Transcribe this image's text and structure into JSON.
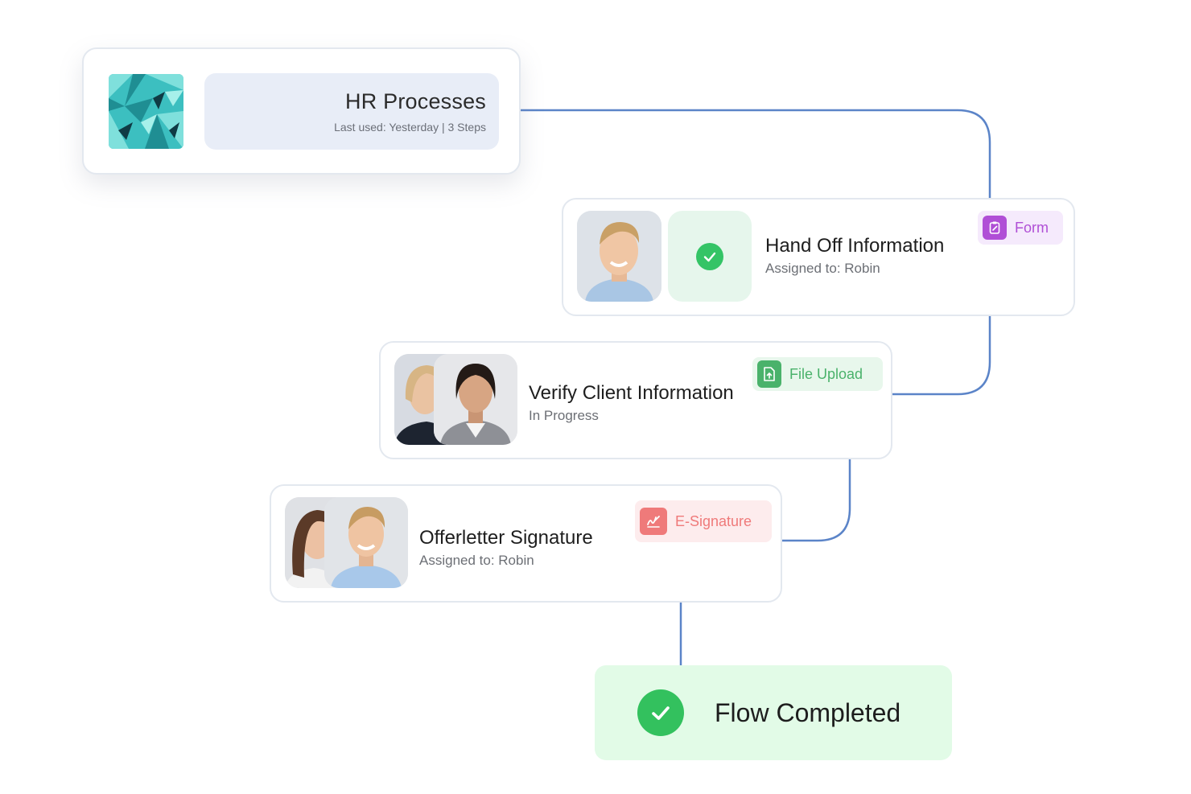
{
  "hr_card": {
    "title": "HR Processes",
    "meta": "Last used: Yesterday | 3 Steps",
    "logo_icon": "teal-geometric-pattern-logo"
  },
  "steps": [
    {
      "title": "Hand Off Information",
      "subtitle": "Assigned to: Robin",
      "tag": {
        "label": "Form",
        "icon": "clipboard-icon",
        "color": "#b04fd6",
        "bg": "#f5eafc"
      },
      "status_icon": "check-icon"
    },
    {
      "title": "Verify Client Information",
      "subtitle": "In Progress",
      "tag": {
        "label": "File Upload",
        "icon": "file-upload-icon",
        "color": "#4ab26b",
        "bg": "#e8f7ec"
      }
    },
    {
      "title": "Offerletter Signature",
      "subtitle": "Assigned to: Robin",
      "tag": {
        "label": "E-Signature",
        "icon": "signature-icon",
        "color": "#ef7a7a",
        "bg": "#fdeced"
      }
    }
  ],
  "flow_done": {
    "label": "Flow Completed",
    "icon": "check-icon",
    "color": "#33c15e"
  },
  "colors": {
    "connector": "#5b84c8",
    "card_border": "#e3e8ef"
  }
}
